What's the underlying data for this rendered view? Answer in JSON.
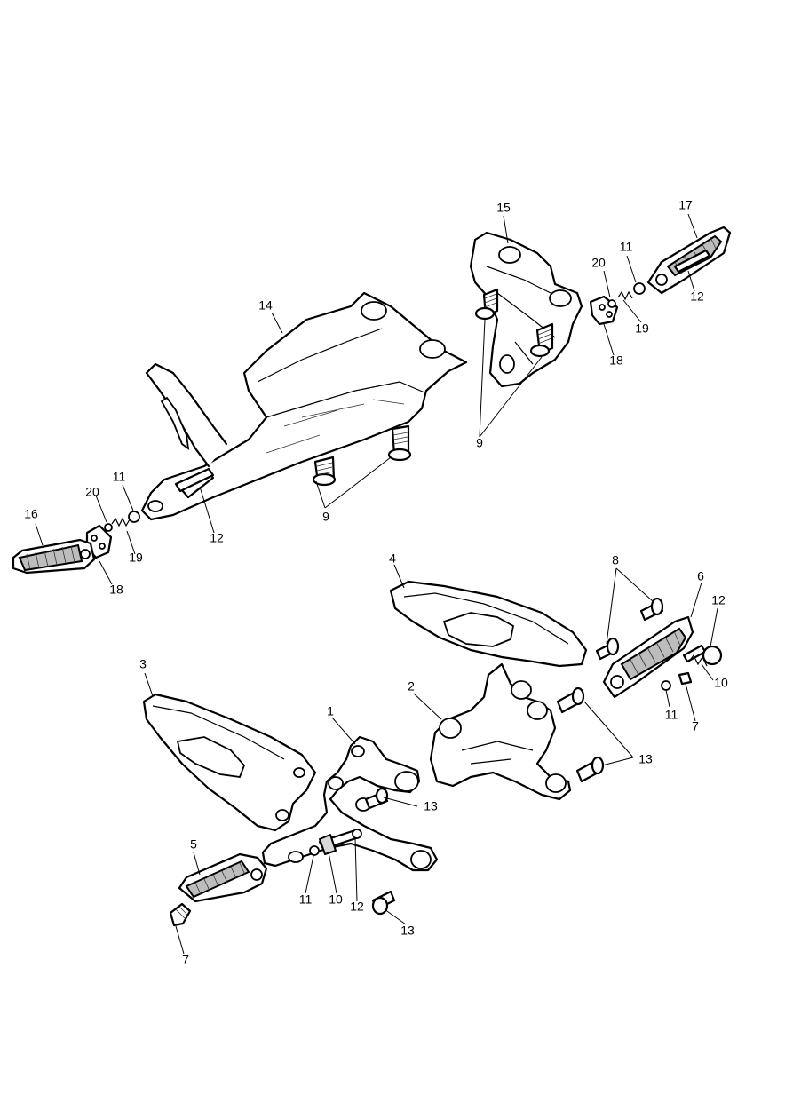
{
  "callouts": {
    "c1": "1",
    "c2": "2",
    "c3": "3",
    "c4": "4",
    "c5": "5",
    "c6": "6",
    "c7a": "7",
    "c7b": "7",
    "c8": "8",
    "c9a": "9",
    "c9b": "9",
    "c10a": "10",
    "c10b": "10",
    "c11a": "11",
    "c11b": "11",
    "c11c": "11",
    "c11d": "11",
    "c12a": "12",
    "c12b": "12",
    "c12c": "12",
    "c12d": "12",
    "c13a": "13",
    "c13b": "13",
    "c13c": "13",
    "c14": "14",
    "c15": "15",
    "c16": "16",
    "c17": "17",
    "c18a": "18",
    "c18b": "18",
    "c19a": "19",
    "c19b": "19",
    "c20a": "20",
    "c20b": "20"
  }
}
